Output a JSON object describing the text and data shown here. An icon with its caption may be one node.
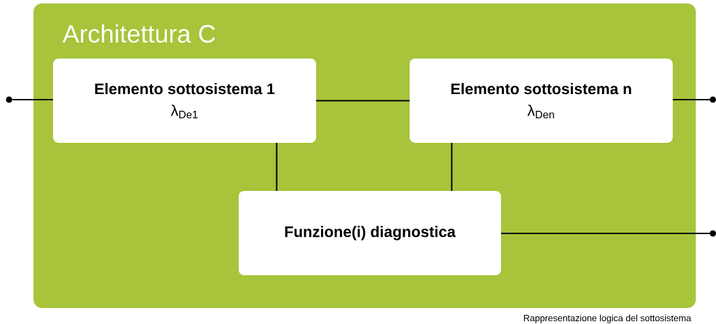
{
  "diagram": {
    "caption": "Rappresentazione logica del sottosistema",
    "nodes": [
      {
        "text": [
          "Architettura C"
        ]
      },
      {
        "text": [
          "Elemento sottosistema 1",
          "λ$_{De1}$"
        ],
        "in": 0
      },
      {
        "text": [
          "Elemento sottosistema n",
          "λ$_{Den}$"
        ],
        "in": 0
      },
      {
        "text": [
          "Funzione(i) diagnostica"
        ],
        "in": 0
      },
      {
        "text": [],
        "shape": "circle"
      },
      {
        "text": [],
        "shape": "circle"
      },
      {
        "text": [],
        "shape": "circle"
      }
    ],
    "edges": [
      {
        "from": 4,
        "to": 1,
        "arrow": "none"
      },
      {
        "from": 1,
        "to": 2,
        "arrow": "none"
      },
      {
        "from": 2,
        "to": 5,
        "arrow": "none"
      },
      {
        "from": 1,
        "to": 3,
        "arrow": "none"
      },
      {
        "from": 2,
        "to": 3,
        "arrow": "none"
      },
      {
        "from": 3,
        "to": 6,
        "arrow": "none"
      }
    ]
  }
}
